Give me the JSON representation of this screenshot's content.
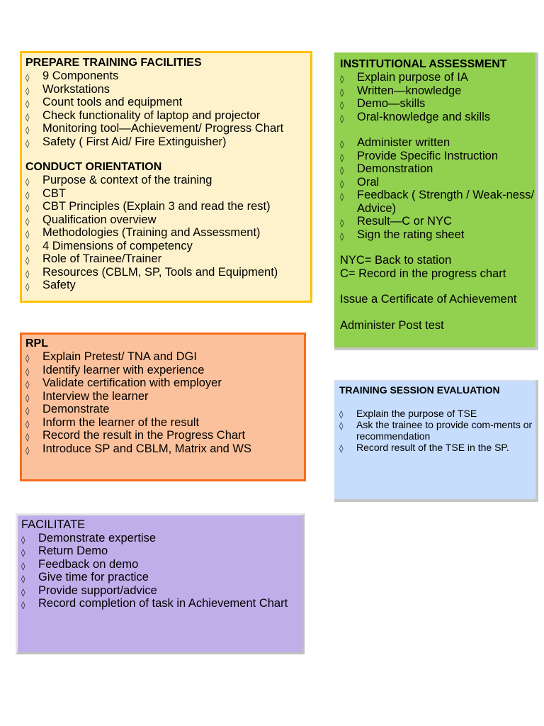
{
  "bullet_glyph": "◊",
  "prepare": {
    "title": "PREPARE TRAINING FACILITIES",
    "items": [
      "9 Components",
      "Workstations",
      "Count tools and equipment",
      "Check functionality of laptop and projector",
      "Monitoring tool—Achievement/ Progress Chart",
      "Safety ( First Aid/ Fire Extinguisher)"
    ]
  },
  "orientation": {
    "title": "CONDUCT ORIENTATION",
    "items": [
      "Purpose & context of the training",
      "CBT",
      "CBT Principles (Explain 3 and read the rest)",
      "Qualification overview",
      "Methodologies (Training and Assessment)",
      "4 Dimensions of competency",
      "Role of Trainee/Trainer",
      "Resources (CBLM, SP, Tools and Equipment)",
      "Safety"
    ]
  },
  "institutional": {
    "title": "INSTITUTIONAL ASSESSMENT",
    "items_a": [
      "Explain purpose of IA",
      "Written—knowledge",
      "Demo—skills",
      "Oral-knowledge and skills"
    ],
    "items_b": [
      "Administer written",
      "Provide Specific Instruction",
      "Demonstration",
      "Oral",
      "Feedback ( Strength / Weak-ness/ Advice)",
      "Result—C or NYC",
      "Sign the rating sheet"
    ],
    "nyc_line": "NYC= Back to station",
    "c_line": "C= Record in the progress chart",
    "certificate_line": "Issue a Certificate of Achievement",
    "post_test_line": "Administer Post test"
  },
  "rpl": {
    "title": "RPL",
    "items": [
      "Explain Pretest/ TNA and DGI",
      "Identify learner with experience",
      "Validate certification with employer",
      "Interview the learner",
      "Demonstrate",
      "Inform the learner of the result",
      "Record the result in the Progress Chart",
      "Introduce SP and CBLM, Matrix and WS"
    ]
  },
  "tse": {
    "title": "TRAINING SESSION EVALUATION",
    "items": [
      "Explain the purpose of TSE",
      "Ask the trainee to provide com-ments or recommendation",
      "Record result of the TSE in the SP."
    ]
  },
  "facilitate": {
    "title": "FACILITATE",
    "items": [
      "Demonstrate expertise",
      "Return Demo",
      "Feedback on demo",
      "Give time for practice",
      "Provide support/advice",
      "Record completion of task in Achievement Chart"
    ]
  },
  "colors": {
    "prepare_fill": "#fef2cc",
    "prepare_border": "#fdc101",
    "institutional_fill": "#92d050",
    "rpl_fill": "#fbc19c",
    "rpl_border": "#f76d1c",
    "tse_fill": "#c7ddfd",
    "facilitate_fill": "#bfaeea"
  }
}
